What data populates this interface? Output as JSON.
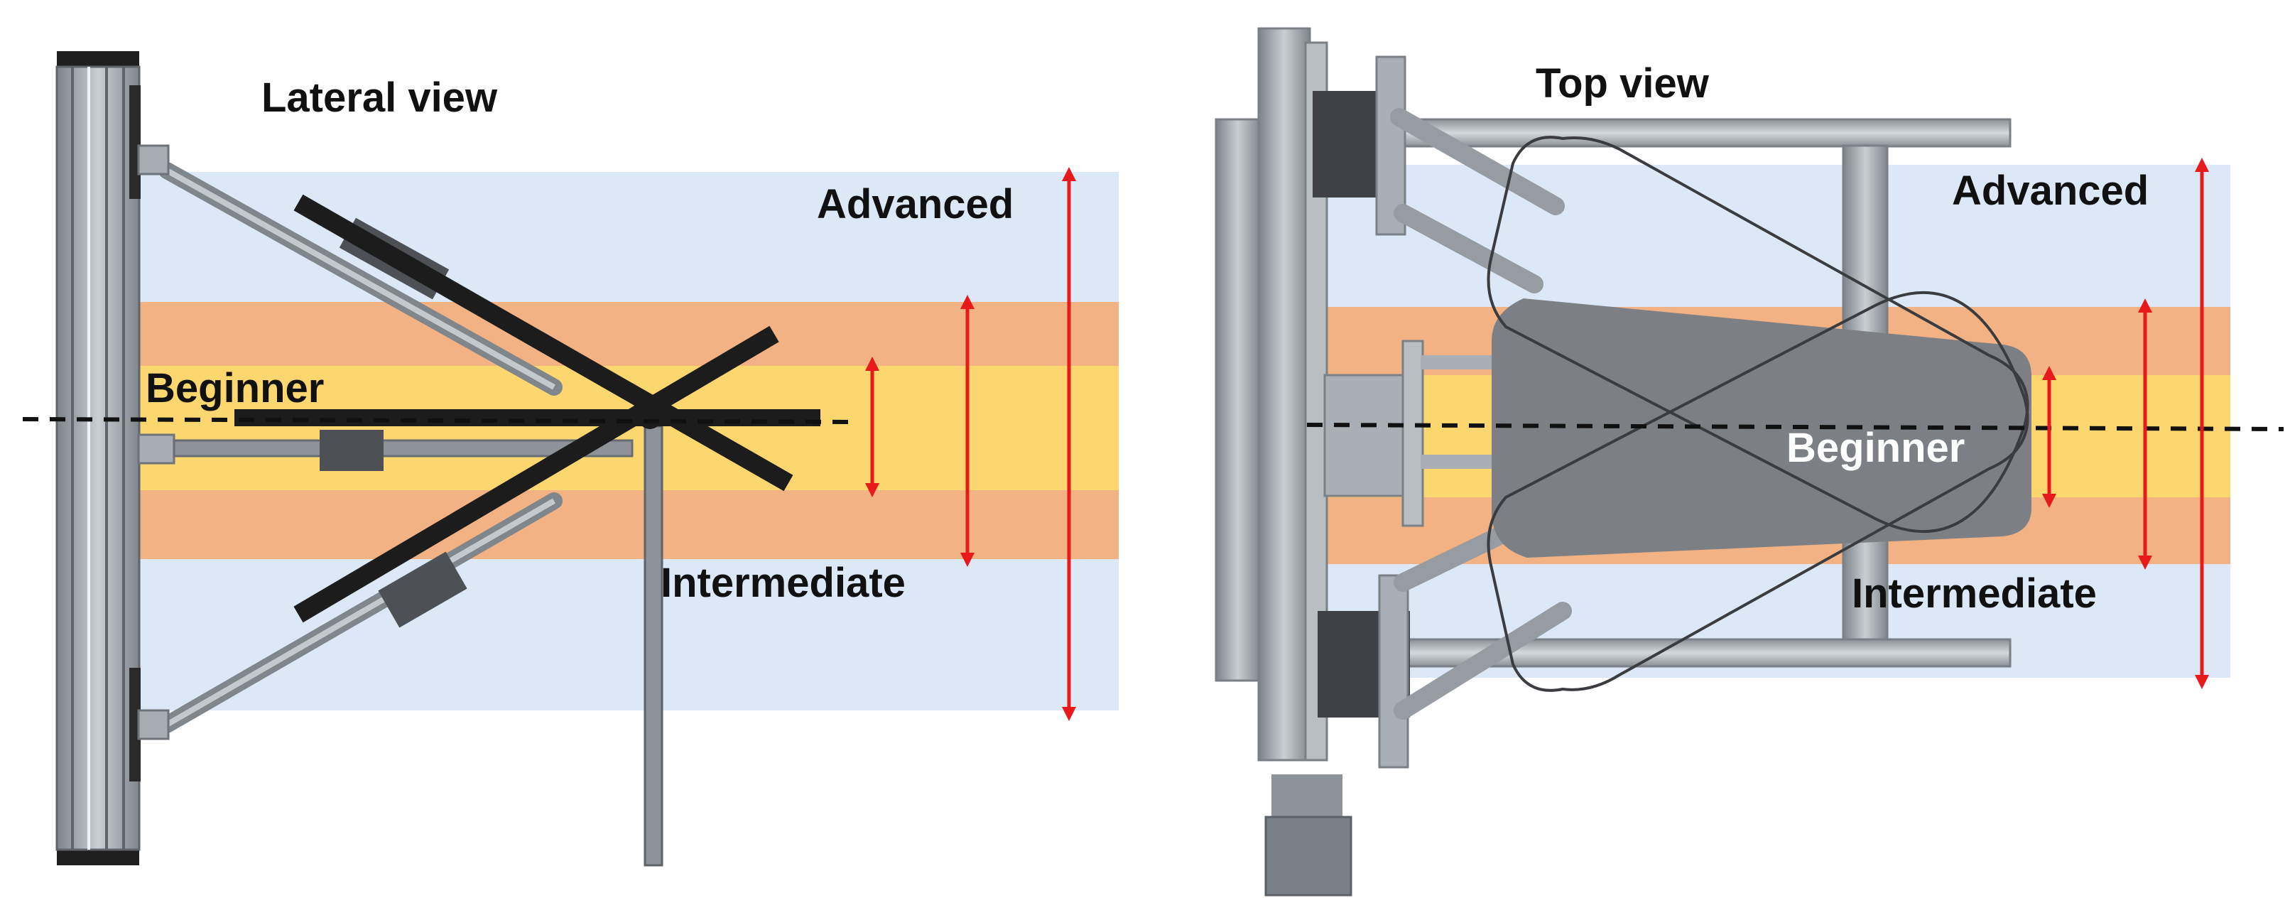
{
  "panels": {
    "lateral": {
      "title": "Lateral view"
    },
    "top": {
      "title": "Top view"
    }
  },
  "levels": {
    "beginner": "Beginner",
    "intermediate": "Intermediate",
    "advanced": "Advanced"
  },
  "colors": {
    "advanced_band": "#dce8f5",
    "intermediate_band": "#f2b283",
    "beginner_band": "#fcd66e",
    "arrow": "#e8191b",
    "axis_line": "#111111",
    "frame_gray": "#9aa0a6",
    "dark_bar": "#1c1c1c",
    "seat_gray": "#7c7f84",
    "plate_dark": "#3f4146"
  }
}
